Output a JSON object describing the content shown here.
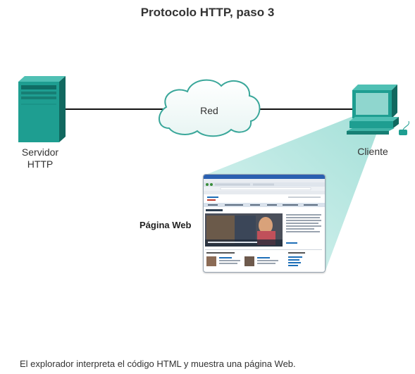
{
  "title": "Protocolo HTTP, paso 3",
  "server": {
    "label": "Servidor HTTP"
  },
  "network": {
    "label": "Red"
  },
  "client": {
    "label": "Cliente"
  },
  "webpage": {
    "label": "Página Web"
  },
  "caption": "El explorador interpreta el código HTML y muestra una página Web.",
  "colors": {
    "teal": "#1e9e91",
    "teal_dark": "#157a70",
    "cloud_stroke": "#3aa79a",
    "beam": "#b7e6e1"
  }
}
